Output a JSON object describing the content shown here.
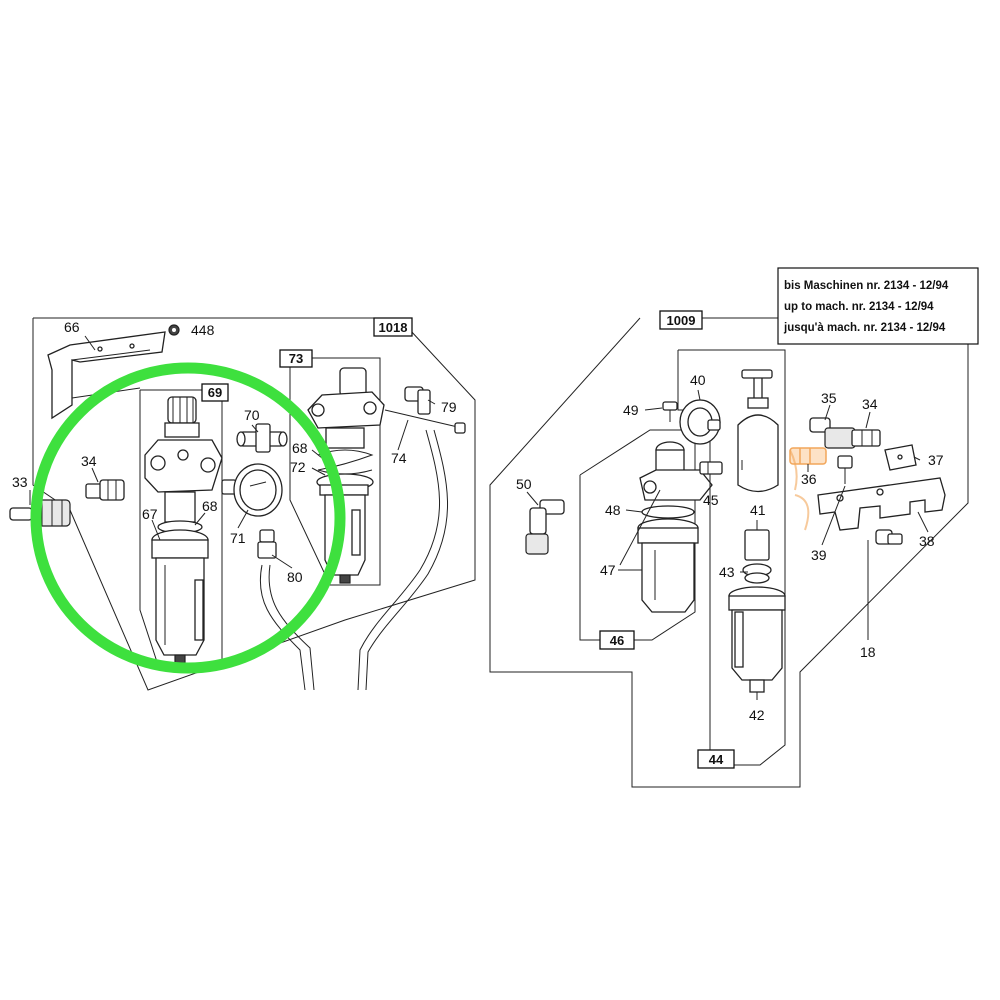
{
  "note_lines": [
    "bis Maschinen nr. 2134 - 12/94",
    "up to mach. nr. 2134 - 12/94",
    "jusqu'à mach. nr. 2134 - 12/94"
  ],
  "box_labels": {
    "b1018": "1018",
    "b69": "69",
    "b73": "73",
    "b1009": "1009",
    "b46": "46",
    "b44": "44"
  },
  "part_labels": {
    "p66": "66",
    "p448": "448",
    "p33": "33",
    "p34a": "34",
    "p67": "67",
    "p68a": "68",
    "p70": "70",
    "p71": "71",
    "p80": "80",
    "p68b": "68",
    "p72": "72",
    "p74": "74",
    "p79": "79",
    "p49": "49",
    "p40": "40",
    "p50": "50",
    "p48": "48",
    "p45": "45",
    "p47": "47",
    "p41": "41",
    "p43": "43",
    "p42": "42",
    "p35": "35",
    "p34b": "34",
    "p37": "37",
    "p36": "36",
    "p39": "39",
    "p38": "38",
    "p18": "18"
  },
  "colors": {
    "highlight_ring": "#3ee03e",
    "line": "#222222",
    "watermark": "#f2a65a"
  }
}
